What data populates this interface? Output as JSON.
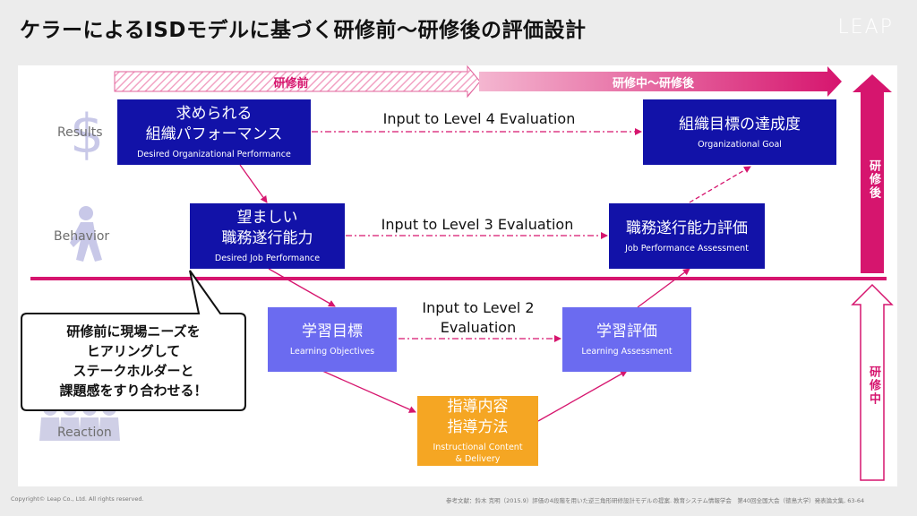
{
  "header": {
    "title": "ケラーによるISDモデルに基づく研修前～研修後の評価設計",
    "logo": "LEAP"
  },
  "phases": {
    "before": "研修前",
    "during_after": "研修中～研修後",
    "after_vertical": "研修後",
    "during_vertical": "研修中"
  },
  "rows": {
    "results": "Results",
    "behavior": "Behavior",
    "reaction": "Reaction"
  },
  "boxes": {
    "org_perf": {
      "jp": "求められる\n組織パフォーマンス",
      "en": "Desired Organizational Performance"
    },
    "org_goal": {
      "jp": "組織目標の達成度",
      "en": "Organizational Goal"
    },
    "job_perf": {
      "jp": "望ましい\n職務遂行能力",
      "en": "Desired Job Performance"
    },
    "job_eval": {
      "jp": "職務遂行能力評価",
      "en": "Job Performance Assessment"
    },
    "learn_obj": {
      "jp": "学習目標",
      "en": "Learning Objectives"
    },
    "learn_eval": {
      "jp": "学習評価",
      "en": "Learning Assessment"
    },
    "instruction": {
      "jp": "指導内容\n指導方法",
      "en": "Instructional Content\n& Delivery"
    }
  },
  "edges": {
    "level4": "Input to Level 4 Evaluation",
    "level3": "Input to Level 3 Evaluation",
    "level2": "Input to Level 2\nEvaluation"
  },
  "callout": {
    "text": "研修前に現場ニーズを\nヒアリングして\nステークホルダーと\n課題感をすり合わせる！"
  },
  "footer": {
    "copyright": "Copyright© Leap Co., Ltd.  All rights reserved.",
    "reference": "参考文献：鈴木 克明（2015.9）評価の4段階を用いた逆三角形研修設計モデルの提案. 教育システム情報学会　第40回全国大会（徳島大学）発表論文集, 63-64"
  },
  "colors": {
    "dark_box": "#1212a8",
    "light_box": "#6b6bf0",
    "orange_box": "#f5a623",
    "magenta": "#d6156e"
  }
}
